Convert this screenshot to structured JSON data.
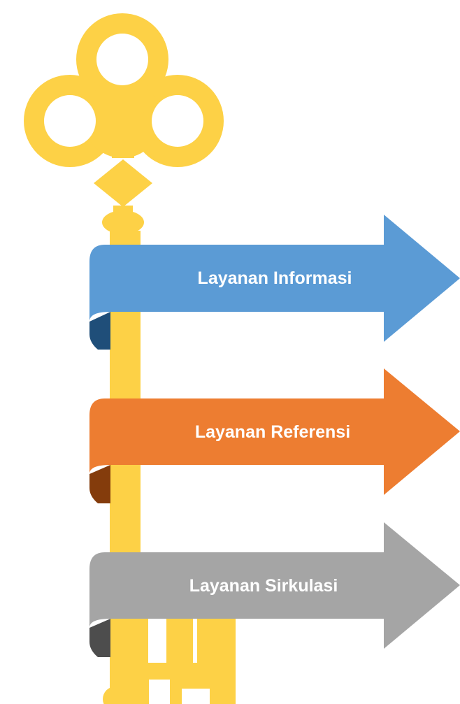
{
  "key": {
    "color": "#FDD146"
  },
  "arrows": [
    {
      "label": "Layanan Informasi",
      "color": "#5B9BD5",
      "fold_color": "#1F4E79"
    },
    {
      "label": "Layanan Referensi",
      "color": "#ED7D31",
      "fold_color": "#843C0C"
    },
    {
      "label": "Layanan Sirkulasi",
      "color": "#A5A5A5",
      "fold_color": "#4D4D4D"
    }
  ]
}
